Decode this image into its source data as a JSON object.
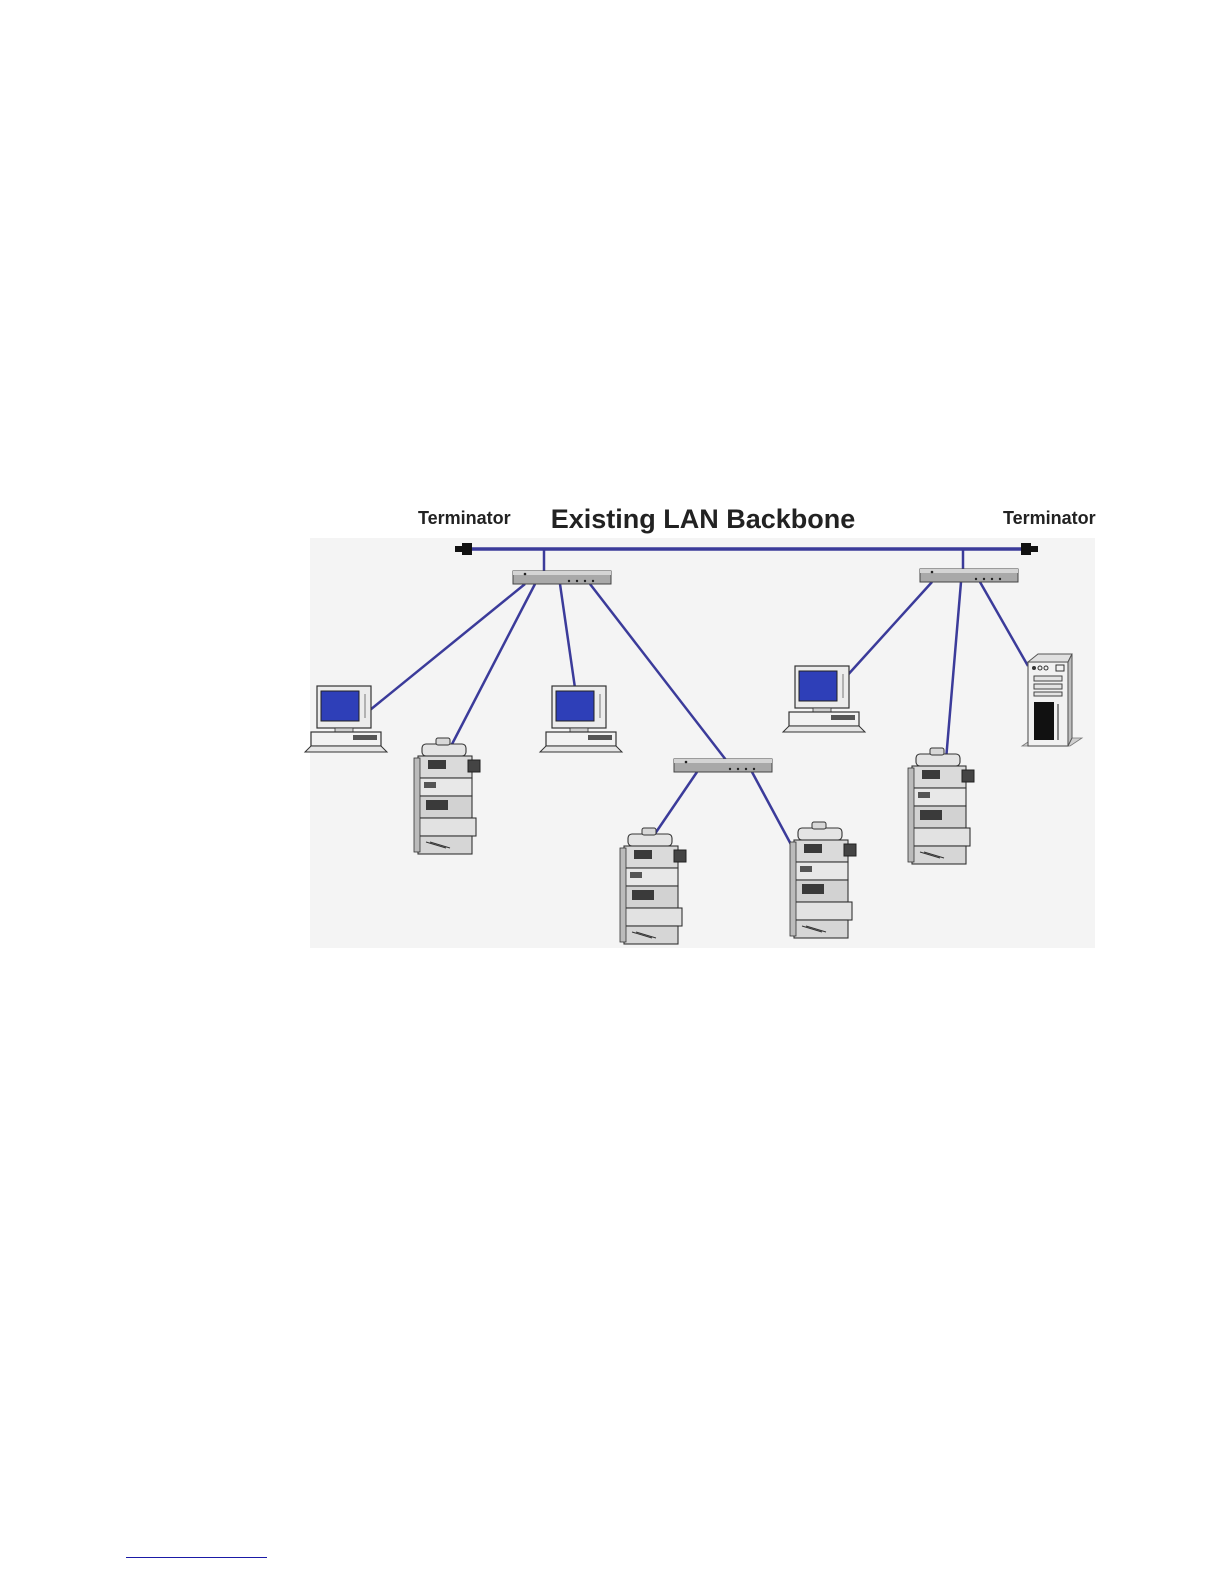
{
  "diagram": {
    "title": "Existing LAN Backbone",
    "terminator_left": "Terminator",
    "terminator_right": "Terminator",
    "colors": {
      "cable": "#3b3b9a",
      "screen": "#2e3fb8",
      "hub": "#a7a7a7",
      "instrument": "#cfcfcf",
      "outline": "#333333"
    },
    "icons": {
      "terminator": "terminator-plug-icon",
      "hub": "network-hub-icon",
      "pc": "desktop-computer-icon",
      "instrument": "lc-instrument-stack-icon",
      "server": "tower-server-icon"
    }
  }
}
